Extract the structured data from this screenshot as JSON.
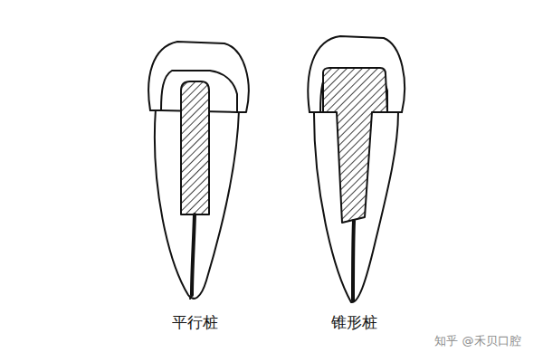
{
  "diagram": {
    "labels": [
      "平行桩",
      "锥形桩",
      "知乎 @禾贝口腔"
    ]
  }
}
